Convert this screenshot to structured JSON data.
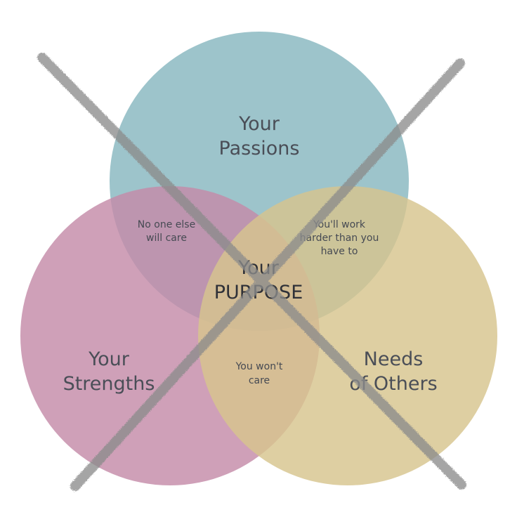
{
  "colors": {
    "passions": "#8fbcc4",
    "strengths": "#c58ba8",
    "needs": "#d7c48d",
    "cross_out": "#8c8c8c",
    "text": "#4a4e57"
  },
  "circles": {
    "passions": {
      "line1": "Your",
      "line2": "Passions"
    },
    "strengths": {
      "line1": "Your",
      "line2": "Strengths"
    },
    "needs": {
      "line1": "Needs",
      "line2": "of Others"
    }
  },
  "overlaps": {
    "passions_strengths": {
      "line1": "No one else",
      "line2": "will care"
    },
    "passions_needs": {
      "line1": "You'll work",
      "line2": "harder than you",
      "line3": "have to"
    },
    "strengths_needs": {
      "line1": "You won't",
      "line2": "care"
    }
  },
  "center": {
    "line1": "Your",
    "line2": "PURPOSE"
  },
  "cross_out": {
    "present": true
  }
}
